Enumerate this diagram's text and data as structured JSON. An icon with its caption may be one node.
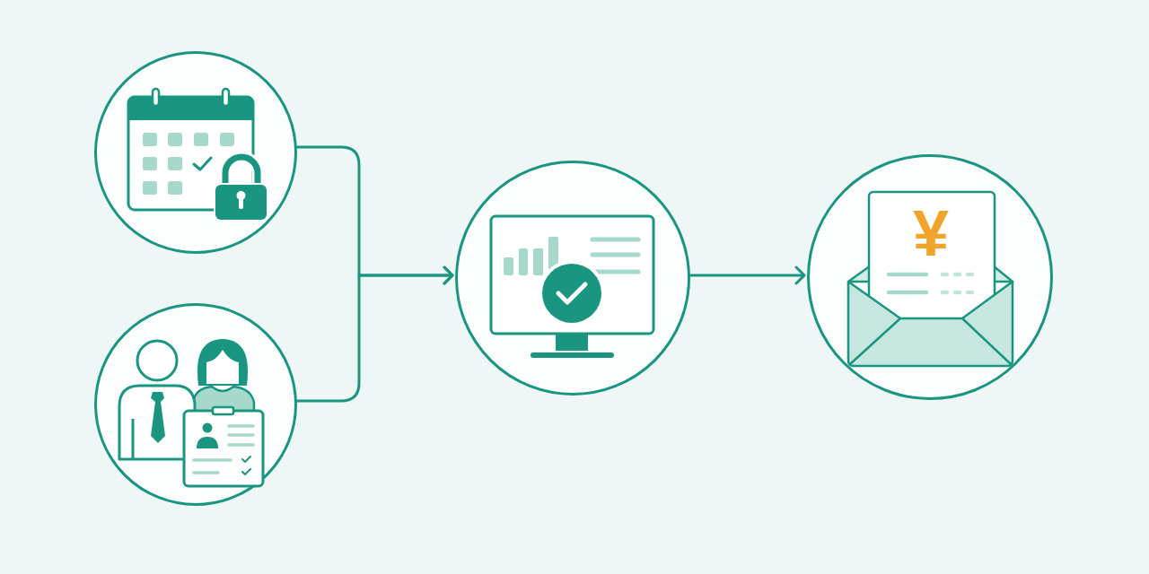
{
  "diagram": {
    "nodes": [
      {
        "text": [],
        "shape": "circle"
      },
      {
        "text": [],
        "shape": "circle"
      },
      {
        "text": [],
        "shape": "circle"
      },
      {
        "text": [
          "¥"
        ]
      }
    ],
    "edges": [
      {
        "from": 0,
        "to": 2,
        "arrow": "to"
      },
      {
        "from": 1,
        "to": 2,
        "arrow": "to"
      },
      {
        "from": 2,
        "to": 3,
        "arrow": "to"
      }
    ]
  }
}
